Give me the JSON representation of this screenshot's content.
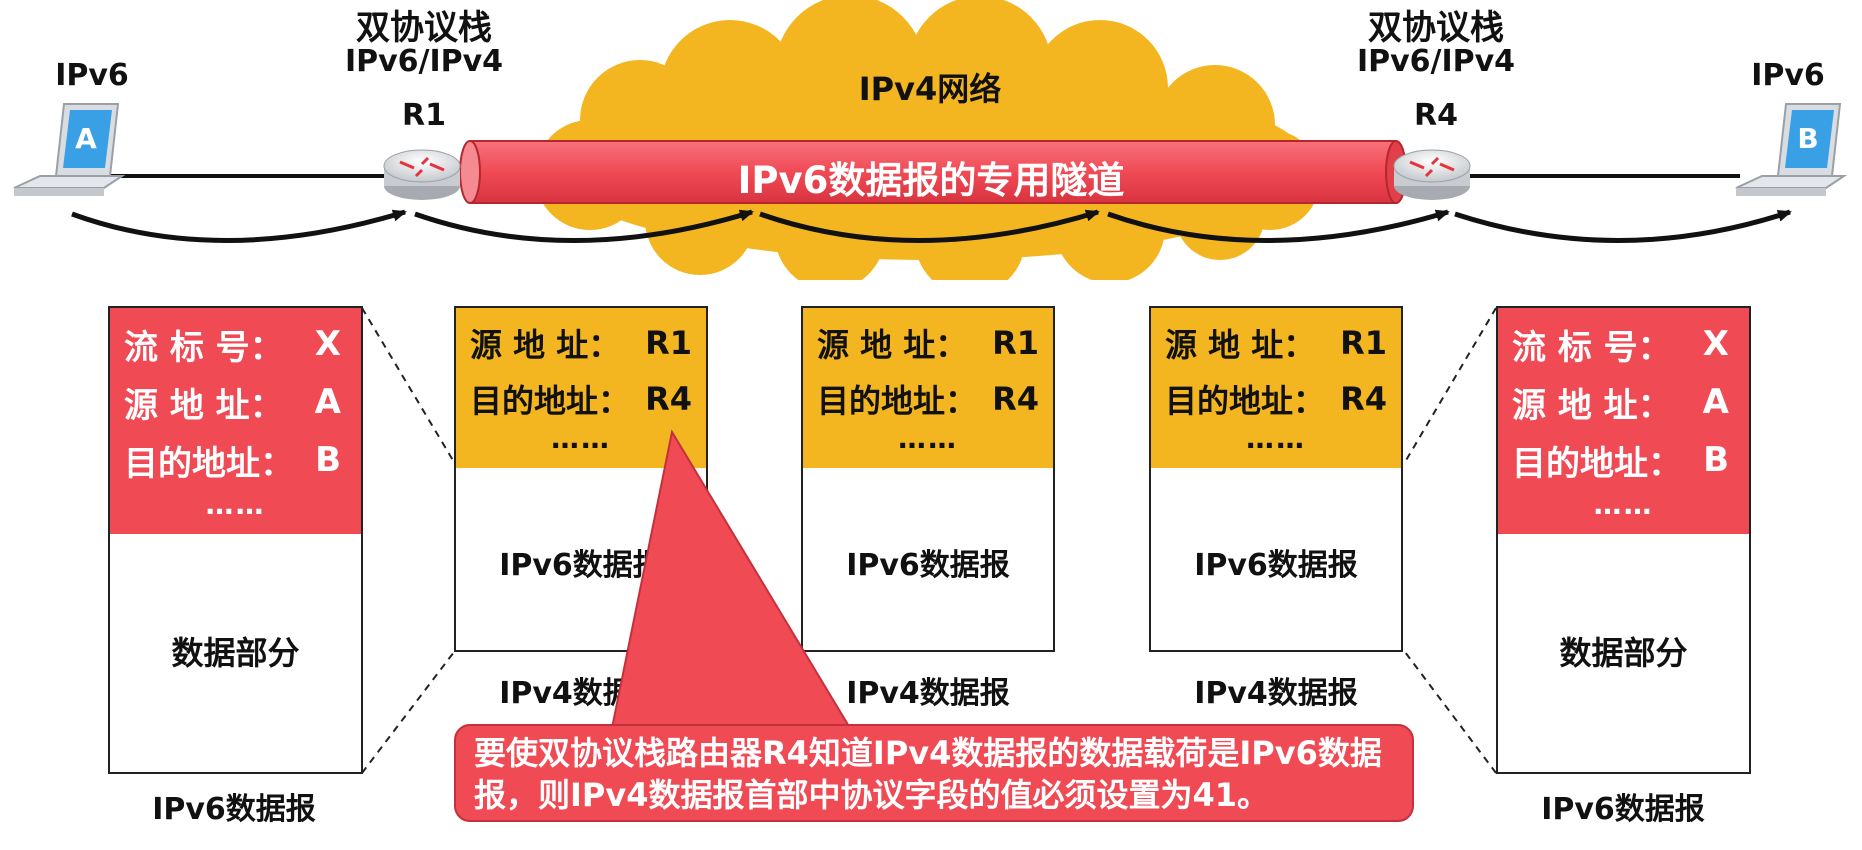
{
  "top": {
    "host_a": {
      "proto": "IPv6",
      "letter": "A"
    },
    "host_b": {
      "proto": "IPv6",
      "letter": "B"
    },
    "router_left": {
      "title": "双协议栈",
      "stack": "IPv6/IPv4",
      "name": "R1"
    },
    "router_right": {
      "title": "双协议栈",
      "stack": "IPv6/IPv4",
      "name": "R4"
    },
    "cloud_label": "IPv4网络",
    "tunnel_label": "IPv6数据报的专用隧道"
  },
  "ipv6_datagram_left": {
    "fields": [
      {
        "name": "流 标 号：",
        "value": "X"
      },
      {
        "name": "源 地 址：",
        "value": "A"
      },
      {
        "name": "目的地址：",
        "value": "B"
      }
    ],
    "dots": "……",
    "payload": "数据部分",
    "caption": "IPv6数据报"
  },
  "ipv6_datagram_right": {
    "fields": [
      {
        "name": "流 标 号：",
        "value": "X"
      },
      {
        "name": "源 地 址：",
        "value": "A"
      },
      {
        "name": "目的地址：",
        "value": "B"
      }
    ],
    "dots": "……",
    "payload": "数据部分",
    "caption": "IPv6数据报"
  },
  "ipv4_datagrams": [
    {
      "fields": [
        {
          "name": "源 地 址：",
          "value": "R1"
        },
        {
          "name": "目的地址：",
          "value": "R4"
        }
      ],
      "dots": "……",
      "payload": "IPv6数据报",
      "caption": "IPv4数据报"
    },
    {
      "fields": [
        {
          "name": "源 地 址：",
          "value": "R1"
        },
        {
          "name": "目的地址：",
          "value": "R4"
        }
      ],
      "dots": "……",
      "payload": "IPv6数据报",
      "caption": "IPv4数据报"
    },
    {
      "fields": [
        {
          "name": "源 地 址：",
          "value": "R1"
        },
        {
          "name": "目的地址：",
          "value": "R4"
        }
      ],
      "dots": "……",
      "payload": "IPv6数据报",
      "caption": "IPv4数据报"
    }
  ],
  "callout": {
    "text": "要使双协议栈路由器R4知道IPv4数据报的数据载荷是IPv6数据报，则IPv4数据报首部中协议字段的值必须设置为41。"
  },
  "colors": {
    "red": "#f04a55",
    "orange": "#f4b620",
    "cloud": "#f4b620",
    "tunnel": "#f04a55",
    "laptop_screen": "#3aa0e6"
  },
  "icons": [
    "laptop-icon",
    "router-icon",
    "cloud-shape",
    "arrow-icon"
  ]
}
